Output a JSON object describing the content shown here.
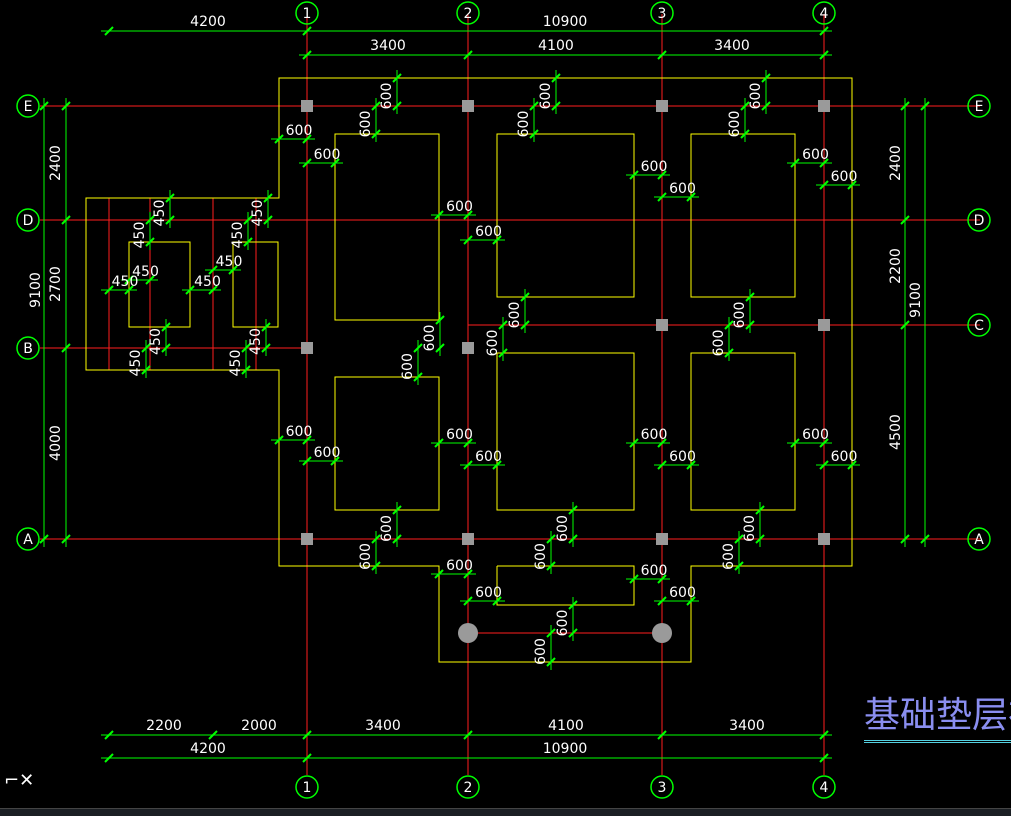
{
  "colors": {
    "background": "#000000",
    "axis_line": "#ff1e1e",
    "outline": "#ffff00",
    "dimension": "#00ff00",
    "dim_text": "#ffffff",
    "column": "#9a9a9a",
    "title": "#8a8ef0"
  },
  "title": "基础垫层布",
  "ucs_icon": "ucs-icon",
  "axes": {
    "vertical": [
      "1",
      "2",
      "3",
      "4"
    ],
    "horizontal_left": [
      "E",
      "D",
      "B",
      "A"
    ],
    "horizontal_right": [
      "E",
      "D",
      "C",
      "A"
    ]
  },
  "dimensions": {
    "top_overall": [
      "4200",
      "10900"
    ],
    "top_bays": [
      "3400",
      "4100",
      "3400"
    ],
    "bottom_bays": [
      "2200",
      "2000",
      "3400",
      "4100",
      "3400"
    ],
    "bottom_overall": [
      "4200",
      "10900"
    ],
    "left_bays": [
      "2400",
      "2700",
      "4000"
    ],
    "left_overall": "9100",
    "right_bays": [
      "2400",
      "2200",
      "4500"
    ],
    "right_overall": "9100",
    "pad_offsets": [
      "600",
      "450"
    ]
  }
}
